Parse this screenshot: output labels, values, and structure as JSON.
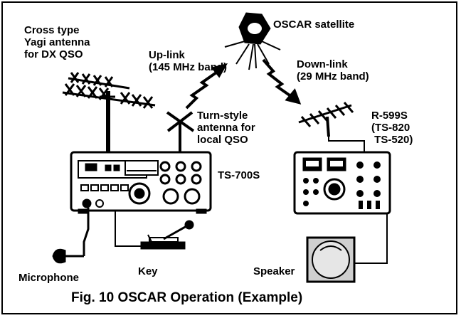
{
  "diagram": {
    "caption": "Fig. 10 OSCAR Operation (Example)",
    "labels": {
      "yagi": "Cross type\nYagi antenna\nfor DX QSO",
      "uplink": "Up-link\n(145 MHz band)",
      "satellite": "OSCAR satellite",
      "downlink": "Down-link\n(29 MHz band)",
      "turnstyle": "Turn-style\nantenna for\nlocal QSO",
      "receiver": "R-599S\n(TS-820\n TS-520)",
      "transceiver": "TS-700S",
      "microphone": "Microphone",
      "key": "Key",
      "speaker": "Speaker"
    }
  }
}
